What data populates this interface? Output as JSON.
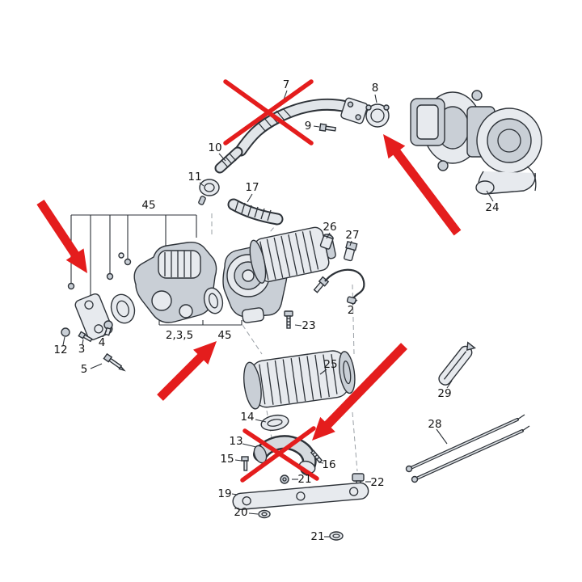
{
  "diagram": {
    "kind": "exploded-parts-diagram",
    "subject": "EGR valve, EGR cooler, intake manifold and turbocharger assembly"
  },
  "colors": {
    "annotation_red": "#e41d1d",
    "line": "#2d3238",
    "fill_light": "#e7eaee",
    "fill_mid": "#c9cfd6",
    "background": "#ffffff"
  },
  "labels": {
    "p7": "7",
    "p8": "8",
    "p9": "9",
    "p10": "10",
    "p11": "11",
    "p17": "17",
    "p24": "24",
    "p45_top": "45",
    "p26": "26",
    "p27": "27",
    "p2": "2",
    "p23": "23",
    "p235": "2,3,5",
    "p45_mid": "45",
    "p12": "12",
    "p3": "3",
    "p4": "4",
    "p5": "5",
    "p25": "25",
    "p29": "29",
    "p14": "14",
    "p13": "13",
    "p28": "28",
    "p15": "15",
    "p16": "16",
    "p21a": "21",
    "p22": "22",
    "p19": "19",
    "p20": "20",
    "p21b": "21"
  }
}
